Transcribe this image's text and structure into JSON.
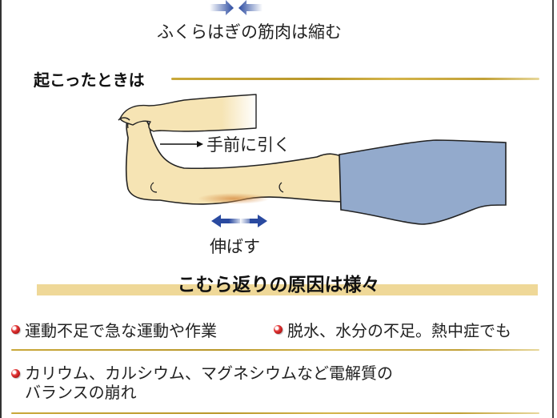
{
  "top": {
    "contract_label": "ふくらはぎの筋肉は縮む"
  },
  "section": {
    "heading": "起こったときは"
  },
  "illustration": {
    "pull_label": "手前に引く",
    "stretch_label": "伸ばす",
    "colors": {
      "skin": "#f6e4b4",
      "shorts": "#93aacc",
      "arrow_blue": "#2a4aa0",
      "calf_highlight": "#d9924a",
      "outline": "#222222"
    }
  },
  "causes": {
    "heading": "こむら返りの原因は様々",
    "band_color": "#efd898",
    "items": [
      {
        "text": "運動不足で急な運動や作業"
      },
      {
        "text": "脱水、水分の不足。熱中症でも"
      },
      {
        "text_line1": "カリウム、カルシウム、マグネシウムなど電解質の",
        "text_line2": "バランスの崩れ"
      }
    ]
  }
}
